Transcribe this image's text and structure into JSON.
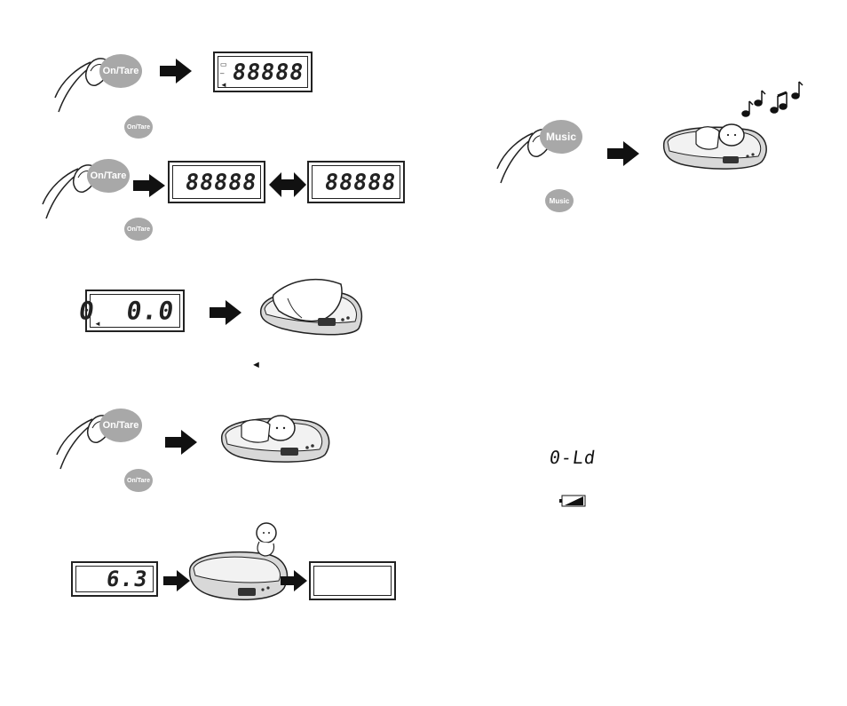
{
  "buttons": {
    "on_tare": "On/Tare",
    "music": "Music"
  },
  "displays": {
    "all_segments": "88888",
    "all_segments_blink_a": "88888",
    "all_segments_blink_b": "88888",
    "zero_a": "0",
    "zero_b": "0.0",
    "weight": "6.3"
  },
  "indicators": {
    "tare_arrow": "◄",
    "overload_code": "0-Ld",
    "battery": "battery-low-icon"
  },
  "colors": {
    "button_grey": "#a8a8a8",
    "ink": "#222222"
  }
}
